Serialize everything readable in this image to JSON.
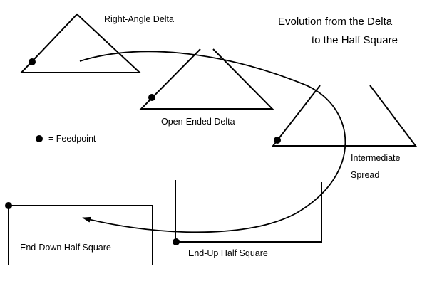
{
  "title": {
    "line1": "Evolution from the Delta",
    "line2": "to the Half Square"
  },
  "labels": {
    "right_angle_delta": "Right-Angle Delta",
    "open_ended_delta": "Open-Ended Delta",
    "intermediate_line1": "Intermediate",
    "intermediate_line2": "Spread",
    "end_up_half_square": "End-Up Half Square",
    "end_down_half_square": "End-Down Half Square"
  },
  "legend": {
    "feedpoint": "= Feedpoint"
  },
  "colors": {
    "ink": "#000000",
    "background": "#ffffff"
  }
}
